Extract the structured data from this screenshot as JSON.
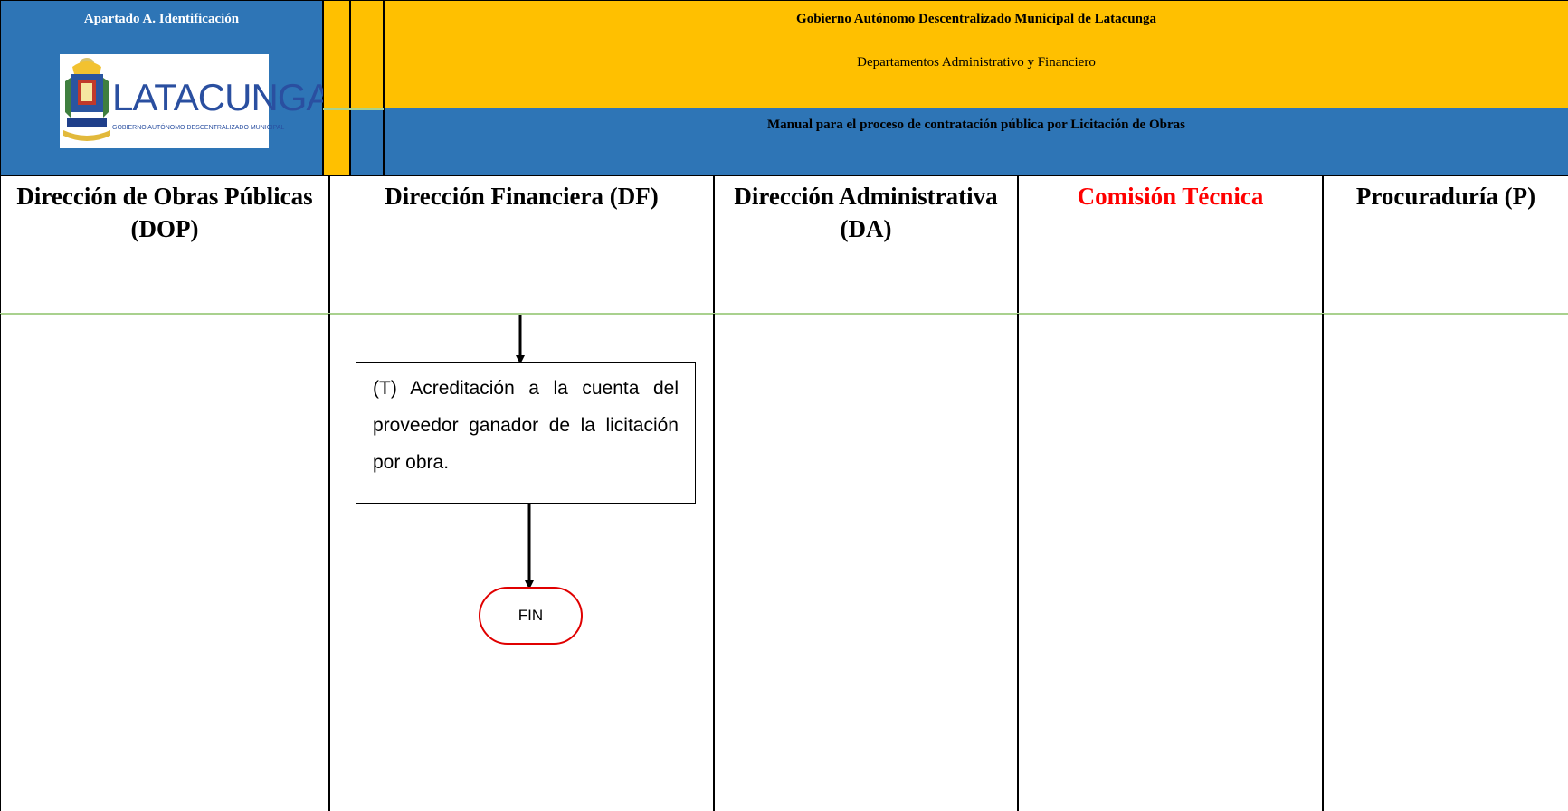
{
  "header": {
    "section_label": "Apartado  A. Identificación",
    "logo_text": "LATACUNGA",
    "logo_subtext": "GOBIERNO AUTÓNOMO DESCENTRALIZADO MUNICIPAL",
    "organization": "Gobierno Autónomo Descentralizado Municipal de Latacunga",
    "department": "Departamentos Administrativo y Financiero",
    "manual_title": "Manual para el proceso de contratación pública por Licitación de Obras"
  },
  "lanes": [
    {
      "title": "Dirección de Obras Públicas (DOP)"
    },
    {
      "title": "Dirección Financiera (DF)"
    },
    {
      "title": "Dirección Administrativa (DA)"
    },
    {
      "title": "Comisión Técnica",
      "color": "#ff0000"
    },
    {
      "title": "Procuraduría  (P)"
    }
  ],
  "flow": {
    "task_text": "(T) Acreditación a la cuenta del proveedor ganador de la licitación por obra.",
    "end_label": "FIN"
  },
  "colors": {
    "header_blue": "#2e75b6",
    "header_yellow": "#ffc000",
    "divider_green": "#a9d18e",
    "end_border": "#e00000"
  }
}
